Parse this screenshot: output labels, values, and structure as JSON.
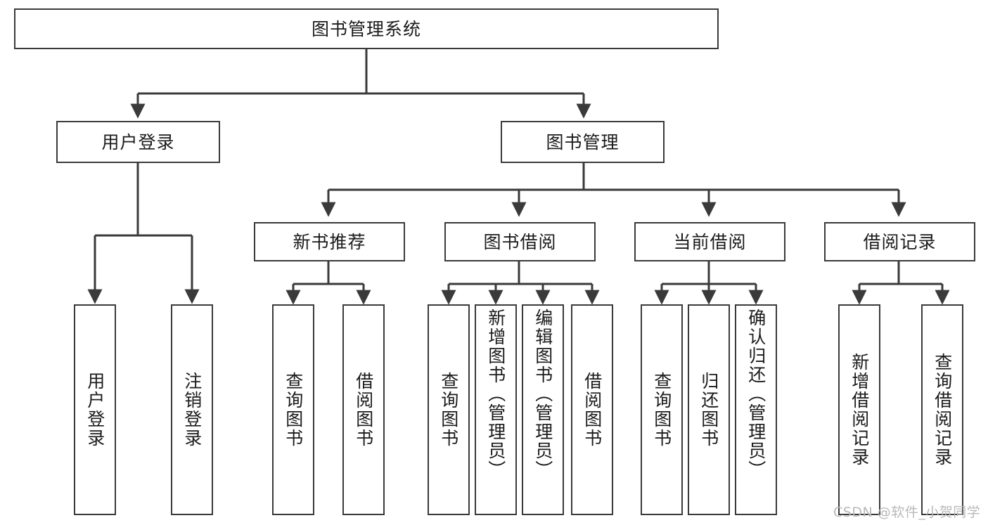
{
  "diagram": {
    "type": "tree",
    "title": "图书管理系统",
    "orientation": "top-down",
    "style": {
      "box_border_color": "#3a3a3a",
      "box_fill_color": "#ffffff",
      "line_color": "#3a3a3a",
      "text_color": "#1b1b1b",
      "background": "#ffffff"
    },
    "levels": [
      {
        "level": 1,
        "nodes": [
          {
            "id": "root",
            "label": "图书管理系统",
            "orientation": "horizontal"
          }
        ]
      },
      {
        "level": 2,
        "nodes": [
          {
            "id": "login",
            "label": "用户登录",
            "orientation": "horizontal",
            "parent": "root"
          },
          {
            "id": "bookmgmt",
            "label": "图书管理",
            "orientation": "horizontal",
            "parent": "root"
          }
        ]
      },
      {
        "level": 3,
        "nodes": [
          {
            "id": "newbook",
            "label": "新书推荐",
            "orientation": "horizontal",
            "parent": "bookmgmt"
          },
          {
            "id": "borrow",
            "label": "图书借阅",
            "orientation": "horizontal",
            "parent": "bookmgmt"
          },
          {
            "id": "current",
            "label": "当前借阅",
            "orientation": "horizontal",
            "parent": "bookmgmt"
          },
          {
            "id": "records",
            "label": "借阅记录",
            "orientation": "horizontal",
            "parent": "bookmgmt"
          }
        ]
      },
      {
        "level": 4,
        "nodes": [
          {
            "id": "leaf1",
            "label": "用户登录",
            "orientation": "vertical",
            "parent": "login"
          },
          {
            "id": "leaf2",
            "label": "注销登录",
            "orientation": "vertical",
            "parent": "login"
          },
          {
            "id": "leaf3",
            "label": "查询图书",
            "orientation": "vertical",
            "parent": "newbook"
          },
          {
            "id": "leaf4",
            "label": "借阅图书",
            "orientation": "vertical",
            "parent": "newbook"
          },
          {
            "id": "leaf5",
            "label": "查询图书",
            "orientation": "vertical",
            "parent": "borrow"
          },
          {
            "id": "leaf6",
            "label": "新增图书（管理员）",
            "orientation": "vertical",
            "parent": "borrow"
          },
          {
            "id": "leaf7",
            "label": "编辑图书（管理员）",
            "orientation": "vertical",
            "parent": "borrow"
          },
          {
            "id": "leaf8",
            "label": "借阅图书",
            "orientation": "vertical",
            "parent": "borrow"
          },
          {
            "id": "leaf9",
            "label": "查询图书",
            "orientation": "vertical",
            "parent": "current"
          },
          {
            "id": "leaf10",
            "label": "归还图书",
            "orientation": "vertical",
            "parent": "current"
          },
          {
            "id": "leaf11",
            "label": "确认归还（管理员）",
            "orientation": "vertical",
            "parent": "current"
          },
          {
            "id": "leaf12",
            "label": "新增借阅记录",
            "orientation": "vertical",
            "parent": "records"
          },
          {
            "id": "leaf13",
            "label": "查询借阅记录",
            "orientation": "vertical",
            "parent": "records"
          }
        ]
      }
    ]
  },
  "watermark": {
    "text": "CSDN @软件_小贺同学"
  }
}
